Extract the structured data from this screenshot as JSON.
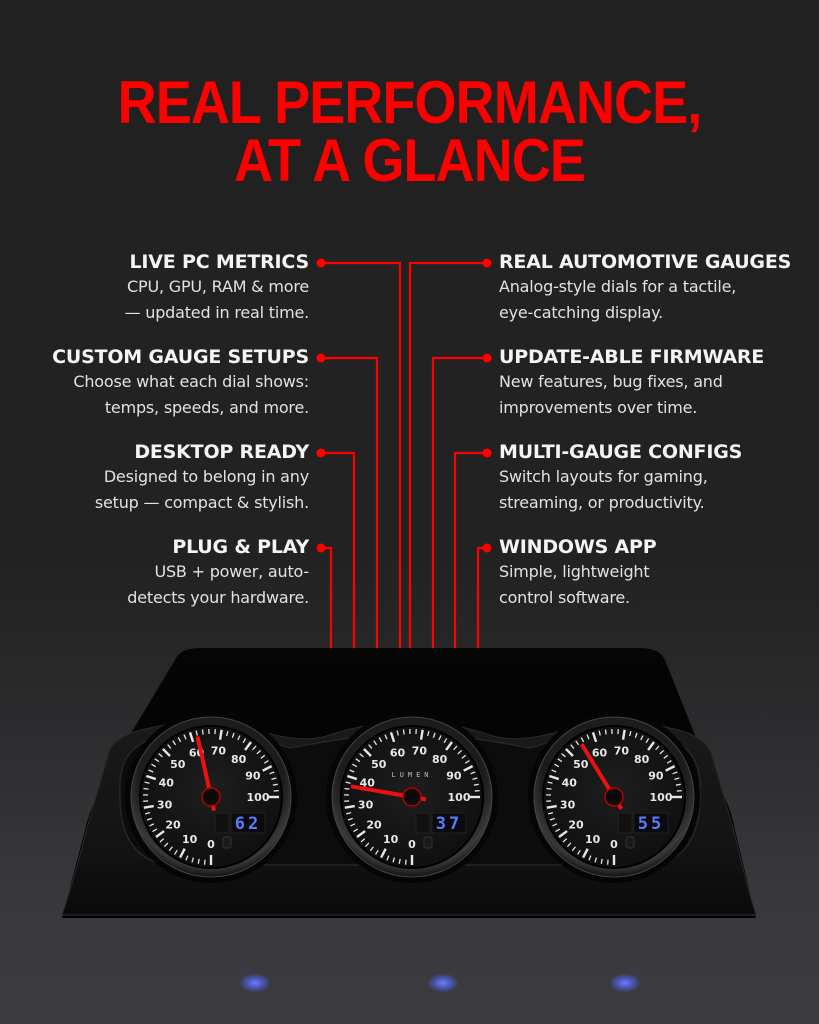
{
  "headline": {
    "line1": "REAL PERFORMANCE,",
    "line2": "AT A GLANCE",
    "color": "#ff0000"
  },
  "features": {
    "left": [
      {
        "title": "LIVE PC METRICS",
        "desc1": "CPU, GPU, RAM & more",
        "desc2": "— updated in real time."
      },
      {
        "title": "CUSTOM GAUGE SETUPS",
        "desc1": "Choose what each dial shows:",
        "desc2": "temps, speeds, and more."
      },
      {
        "title": "DESKTOP READY",
        "desc1": "Designed to belong in any",
        "desc2": "setup — compact & stylish."
      },
      {
        "title": "PLUG & PLAY",
        "desc1": "USB + power, auto-",
        "desc2": "detects your hardware."
      }
    ],
    "right": [
      {
        "title": "REAL AUTOMOTIVE GAUGES",
        "desc1": "Analog-style dials for a tactile,",
        "desc2": "eye-catching display."
      },
      {
        "title": "UPDATE-ABLE FIRMWARE",
        "desc1": "New features, bug fixes, and",
        "desc2": "improvements over time."
      },
      {
        "title": "MULTI-GAUGE CONFIGS",
        "desc1": "Switch layouts for gaming,",
        "desc2": "streaming, or productivity."
      },
      {
        "title": "WINDOWS APP",
        "desc1": "Simple, lightweight",
        "desc2": "control software."
      }
    ],
    "connector_color": "#ff0000"
  },
  "product": {
    "brand": "LUMEN",
    "gauges": [
      {
        "name": "left",
        "scale": [
          "0",
          "10",
          "20",
          "30",
          "40",
          "50",
          "60",
          "70",
          "80",
          "90",
          "100"
        ],
        "needle_value": 62,
        "readout": "62"
      },
      {
        "name": "center",
        "scale": [
          "0",
          "10",
          "20",
          "30",
          "40",
          "50",
          "60",
          "70",
          "80",
          "90",
          "100"
        ],
        "needle_value": 37,
        "readout": "37"
      },
      {
        "name": "right",
        "scale": [
          "0",
          "10",
          "20",
          "30",
          "40",
          "50",
          "60",
          "70",
          "80",
          "90",
          "100"
        ],
        "needle_value": 55,
        "readout": "55"
      }
    ],
    "needle_color": "#ee1010",
    "readout_color": "#5a7cff"
  }
}
